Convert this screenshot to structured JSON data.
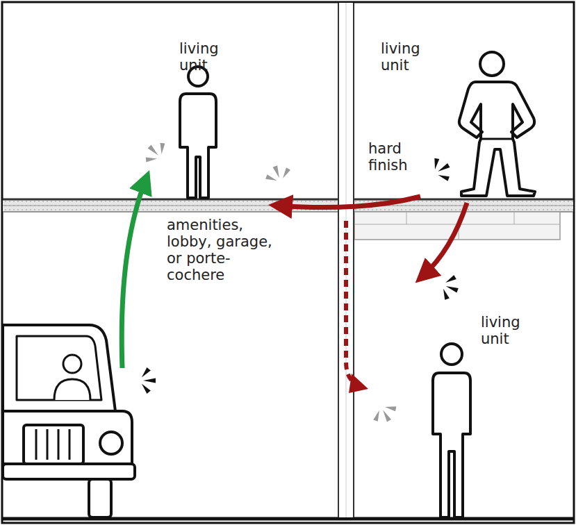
{
  "diagram": {
    "labels": [
      "living unit",
      "living unit",
      "hard finish",
      "amenities, lobby, garage, or porte-cochere",
      "living unit"
    ]
  }
}
